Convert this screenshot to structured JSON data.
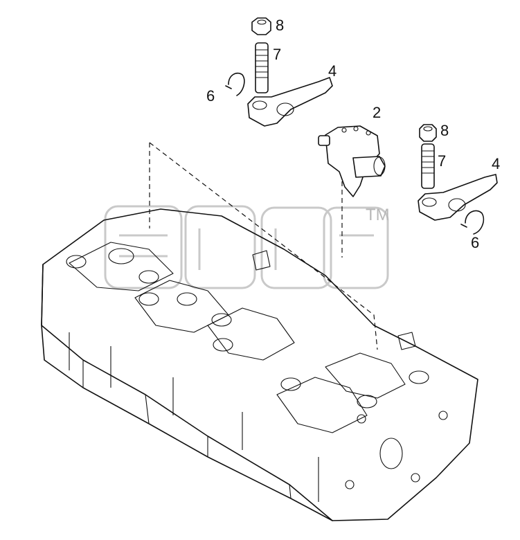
{
  "diagram": {
    "callouts": [
      {
        "id": "nut-top",
        "text": "8"
      },
      {
        "id": "stud-top",
        "text": "7"
      },
      {
        "id": "ring-top",
        "text": "6"
      },
      {
        "id": "rocker-top",
        "text": "4"
      },
      {
        "id": "bracket",
        "text": "2"
      },
      {
        "id": "nut-right",
        "text": "8"
      },
      {
        "id": "stud-right",
        "text": "7"
      },
      {
        "id": "rocker-right",
        "text": "4"
      },
      {
        "id": "ring-right",
        "text": "6"
      }
    ],
    "watermark": {
      "trademark": "TM"
    },
    "colors": {
      "line": "#111111",
      "watermark": "#c9c9c9",
      "background": "#ffffff"
    }
  }
}
